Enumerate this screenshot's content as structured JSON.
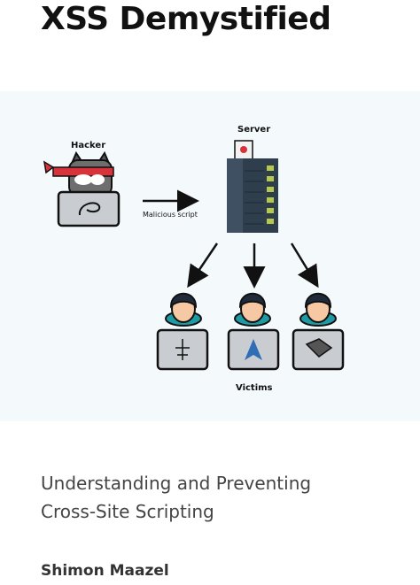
{
  "cover": {
    "title": "XSS Demystified",
    "subtitle_lines": [
      "Understanding and Preventing",
      "Cross-Site Scripting"
    ],
    "author": "Shimon Maazel"
  },
  "diagram": {
    "hacker_label": "Hacker",
    "server_label": "Server",
    "arrow_label": "Malicious script",
    "victims_label": "Victims"
  },
  "colors": {
    "illustration_bg": "#f4f9fc",
    "server_body": "#2f3e4c",
    "server_lights": "#b7c94a",
    "skin": "#f6c8a4",
    "hair": "#1f2b3a",
    "shirt": "#1f9aa3",
    "laptop": "#c9cdd1",
    "mask": "#d8323a"
  },
  "icons": [
    "hacker-cat-icon",
    "server-icon",
    "victim-icon",
    "laptop-icon",
    "arrow-icon"
  ]
}
